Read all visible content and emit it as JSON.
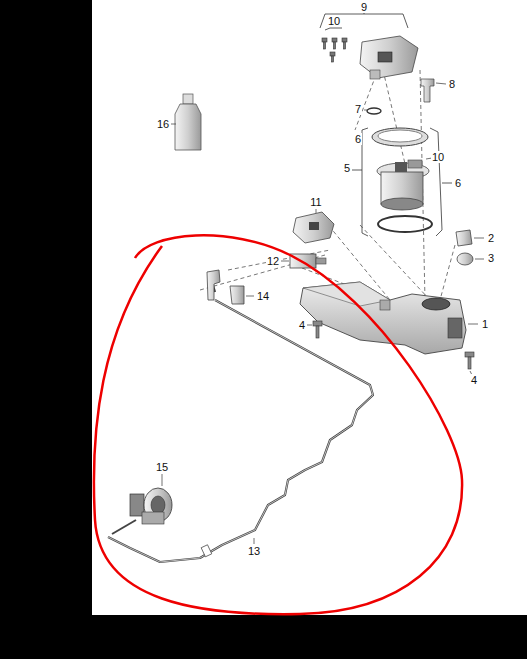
{
  "diagram": {
    "labels": [
      "9",
      "10",
      "8",
      "16",
      "7",
      "6",
      "5",
      "10",
      "6",
      "11",
      "2",
      "3",
      "12",
      "14",
      "4",
      "1",
      "4",
      "15",
      "13"
    ]
  }
}
